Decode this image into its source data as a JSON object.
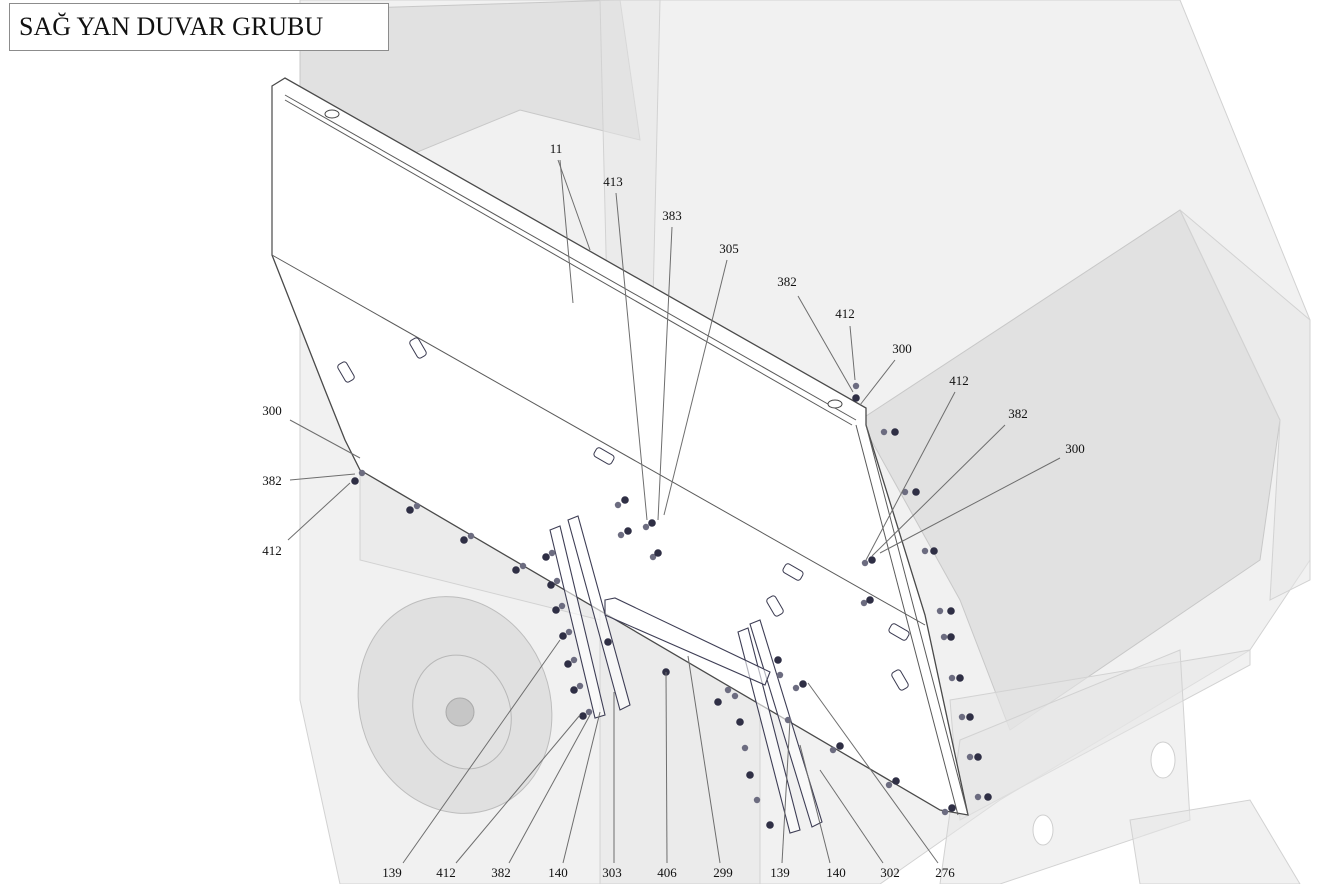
{
  "title": "SAĞ YAN DUVAR GRUBU",
  "callouts": [
    {
      "id": "c-11",
      "label": "11",
      "part": "side-wall-panel"
    },
    {
      "id": "c-413",
      "label": "413"
    },
    {
      "id": "c-383",
      "label": "383"
    },
    {
      "id": "c-305",
      "label": "305"
    },
    {
      "id": "c-382-top",
      "label": "382"
    },
    {
      "id": "c-412-top",
      "label": "412"
    },
    {
      "id": "c-300-top",
      "label": "300"
    },
    {
      "id": "c-412-right",
      "label": "412"
    },
    {
      "id": "c-382-right",
      "label": "382"
    },
    {
      "id": "c-300-right",
      "label": "300"
    },
    {
      "id": "c-300-left",
      "label": "300"
    },
    {
      "id": "c-382-left",
      "label": "382"
    },
    {
      "id": "c-412-left",
      "label": "412"
    },
    {
      "id": "c-139-a",
      "label": "139"
    },
    {
      "id": "c-412-bottom",
      "label": "412"
    },
    {
      "id": "c-382-bottom",
      "label": "382"
    },
    {
      "id": "c-140-a",
      "label": "140"
    },
    {
      "id": "c-303",
      "label": "303"
    },
    {
      "id": "c-406",
      "label": "406"
    },
    {
      "id": "c-299",
      "label": "299"
    },
    {
      "id": "c-139-b",
      "label": "139"
    },
    {
      "id": "c-140-b",
      "label": "140"
    },
    {
      "id": "c-302",
      "label": "302"
    },
    {
      "id": "c-276",
      "label": "276"
    }
  ]
}
